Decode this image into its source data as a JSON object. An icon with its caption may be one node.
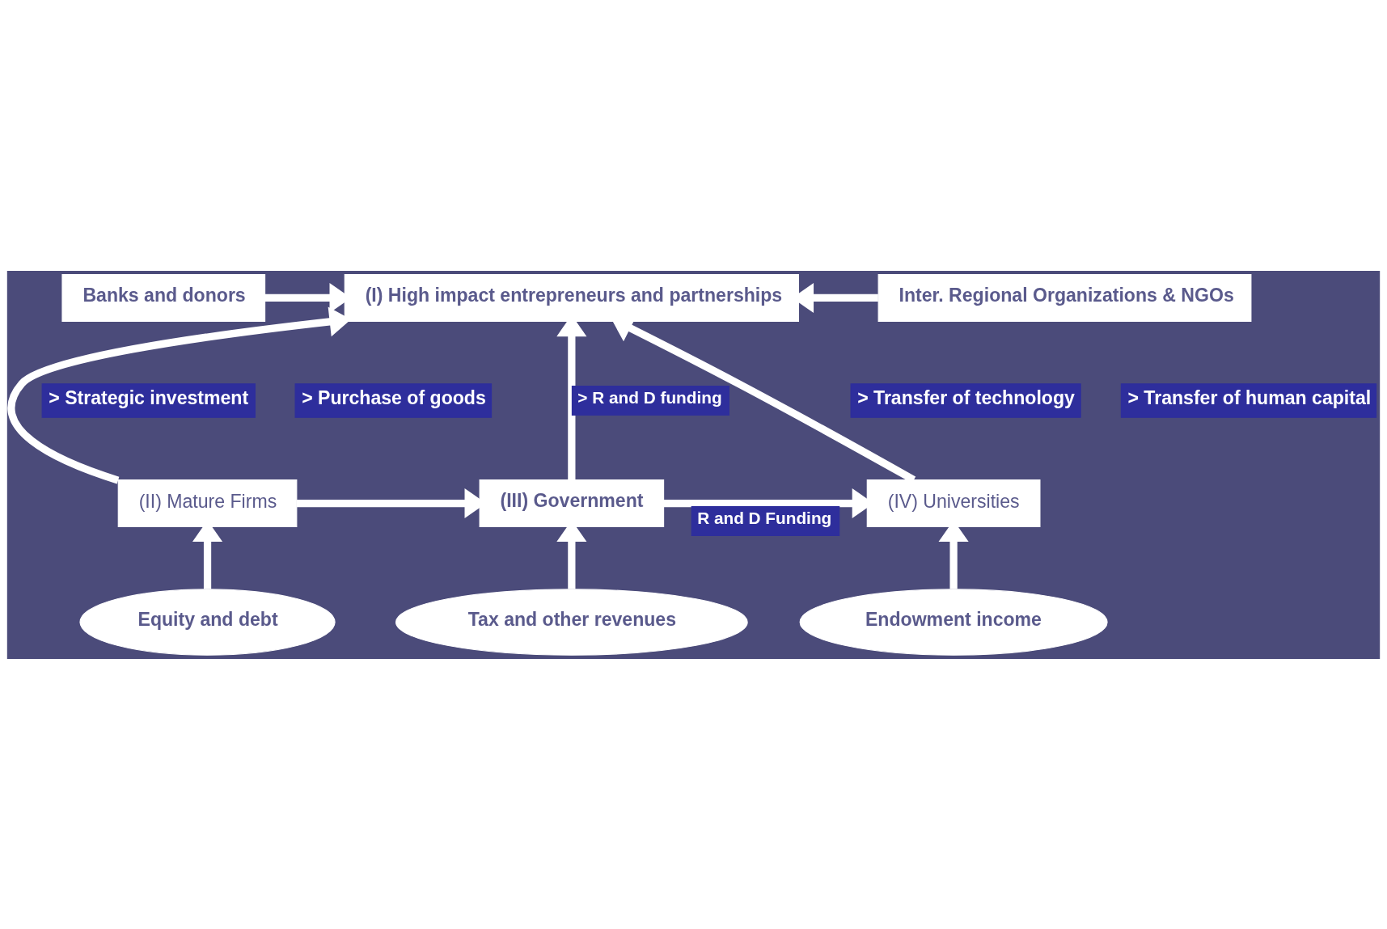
{
  "diagram": {
    "nodes": [
      {
        "text": [
          "Banks and donors"
        ]
      },
      {
        "text": [
          "(I) High impact entrepreneurs and partnerships"
        ]
      },
      {
        "text": [
          "Inter. Regional Organizations & NGOs"
        ]
      },
      {
        "text": [
          "(II) Mature Firms"
        ]
      },
      {
        "text": [
          "(III) Government"
        ]
      },
      {
        "text": [
          "(IV) Universities"
        ]
      },
      {
        "text": [
          "Equity and debt"
        ]
      },
      {
        "text": [
          "Tax and other revenues"
        ]
      },
      {
        "text": [
          "Endowment income"
        ]
      }
    ],
    "edges": [
      {
        "from": 0,
        "to": 1,
        "arrow": "to"
      },
      {
        "from": 2,
        "to": 1,
        "arrow": "to"
      },
      {
        "from": 3,
        "to": 1,
        "arrow": "to"
      },
      {
        "from": 4,
        "to": 1,
        "arrow": "to",
        "label": "> R and D funding"
      },
      {
        "from": 5,
        "to": 1,
        "arrow": "to"
      },
      {
        "from": 3,
        "to": 4,
        "arrow": "to"
      },
      {
        "from": 4,
        "to": 5,
        "arrow": "to",
        "label": "R and D Funding"
      },
      {
        "from": 6,
        "to": 3,
        "arrow": "to"
      },
      {
        "from": 7,
        "to": 4,
        "arrow": "to"
      },
      {
        "from": 8,
        "to": 5,
        "arrow": "to"
      }
    ],
    "labels": [
      "> Strategic investment",
      "> Purchase of goods",
      "> Transfer of technology",
      "> Transfer of human capital"
    ]
  }
}
